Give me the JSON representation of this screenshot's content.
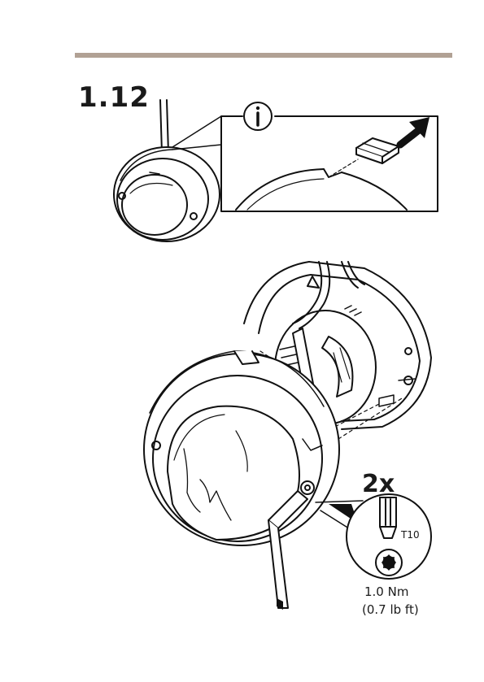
{
  "header": {
    "rule_color": "#b1a194"
  },
  "step": {
    "number": "1.12"
  },
  "info_callout": {
    "icon": "info-icon",
    "arrow": "arrow-up-right-icon"
  },
  "screws": {
    "count": "2x",
    "bit_label": "T10",
    "bit_icon": "torx-star-icon",
    "torque_nm": "1.0 Nm",
    "torque_lbft": "(0.7 lb ft)"
  }
}
